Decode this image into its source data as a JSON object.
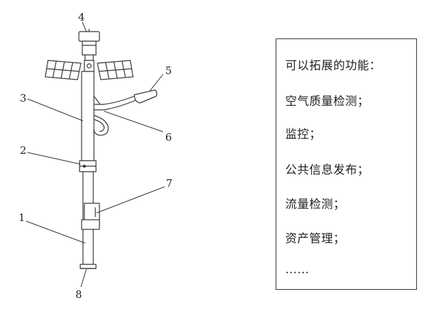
{
  "callouts": [
    "1",
    "2",
    "3",
    "4",
    "5",
    "6",
    "7",
    "8"
  ],
  "functions": {
    "heading": "可以拓展的功能：",
    "items": [
      "空气质量检测；",
      "监控；",
      "公共信息发布；",
      "流量检测；",
      "资产管理；",
      "……"
    ]
  }
}
